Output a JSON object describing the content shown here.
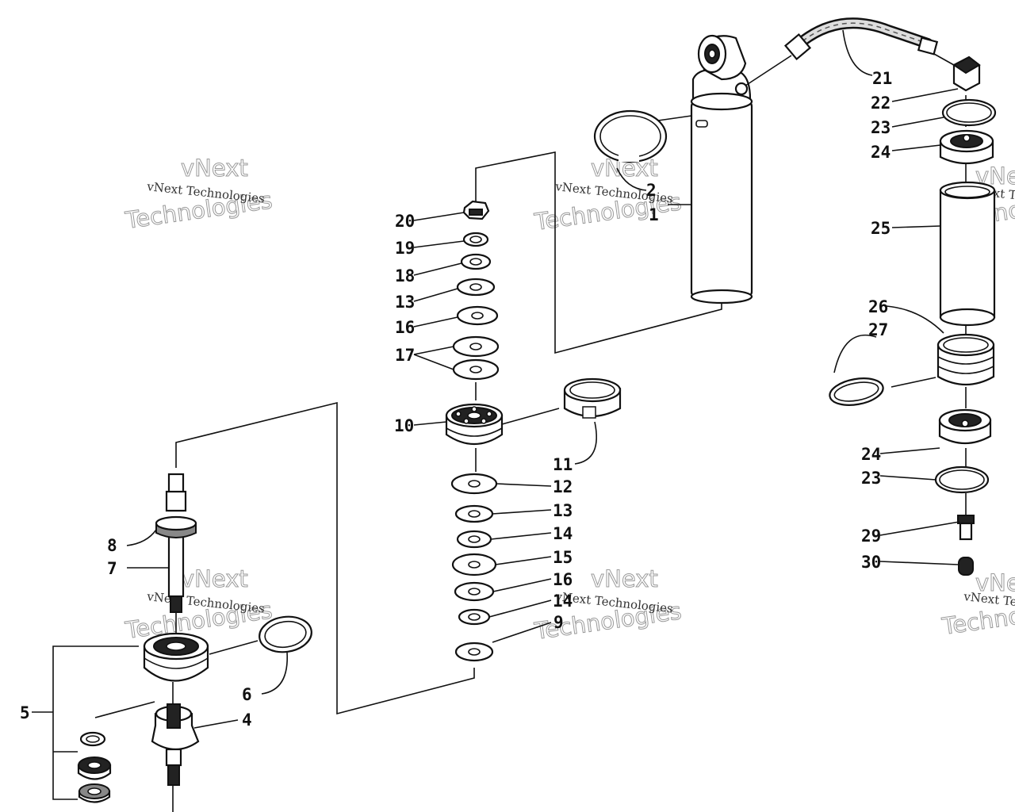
{
  "watermark": {
    "small": "vNext Technologies",
    "big_line1": "vNext",
    "big_line2": "Technologies"
  },
  "callouts": [
    {
      "id": "c1",
      "text": "1"
    },
    {
      "id": "c2",
      "text": "2"
    },
    {
      "id": "c4",
      "text": "4"
    },
    {
      "id": "c5",
      "text": "5"
    },
    {
      "id": "c6",
      "text": "6"
    },
    {
      "id": "c7",
      "text": "7"
    },
    {
      "id": "c8",
      "text": "8"
    },
    {
      "id": "c9",
      "text": "9"
    },
    {
      "id": "c10",
      "text": "10"
    },
    {
      "id": "c11",
      "text": "11"
    },
    {
      "id": "c12",
      "text": "12"
    },
    {
      "id": "c13a",
      "text": "13"
    },
    {
      "id": "c13b",
      "text": "13"
    },
    {
      "id": "c14a",
      "text": "14"
    },
    {
      "id": "c14b",
      "text": "14"
    },
    {
      "id": "c15",
      "text": "15"
    },
    {
      "id": "c16a",
      "text": "16"
    },
    {
      "id": "c16b",
      "text": "16"
    },
    {
      "id": "c17",
      "text": "17"
    },
    {
      "id": "c18",
      "text": "18"
    },
    {
      "id": "c19",
      "text": "19"
    },
    {
      "id": "c20",
      "text": "20"
    },
    {
      "id": "c21",
      "text": "21"
    },
    {
      "id": "c22",
      "text": "22"
    },
    {
      "id": "c23a",
      "text": "23"
    },
    {
      "id": "c23b",
      "text": "23"
    },
    {
      "id": "c24a",
      "text": "24"
    },
    {
      "id": "c24b",
      "text": "24"
    },
    {
      "id": "c25",
      "text": "25"
    },
    {
      "id": "c26",
      "text": "26"
    },
    {
      "id": "c27",
      "text": "27"
    },
    {
      "id": "c29",
      "text": "29"
    },
    {
      "id": "c30",
      "text": "30"
    }
  ]
}
